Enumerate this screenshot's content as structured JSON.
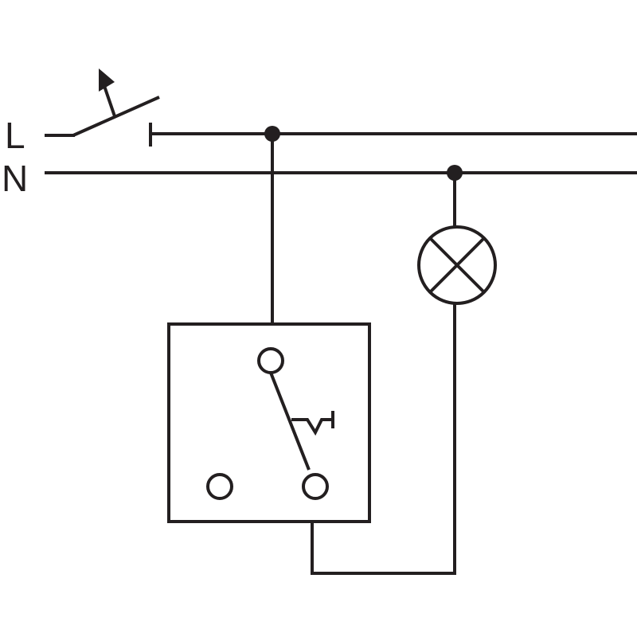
{
  "labels": {
    "live": "L",
    "neutral": "N"
  },
  "colors": {
    "ink": "#231f20",
    "background": "#ffffff"
  },
  "components": {
    "main_switch": "manual-switch",
    "lamp": "lamp",
    "relay_switch": "switch-with-thermal-element"
  }
}
